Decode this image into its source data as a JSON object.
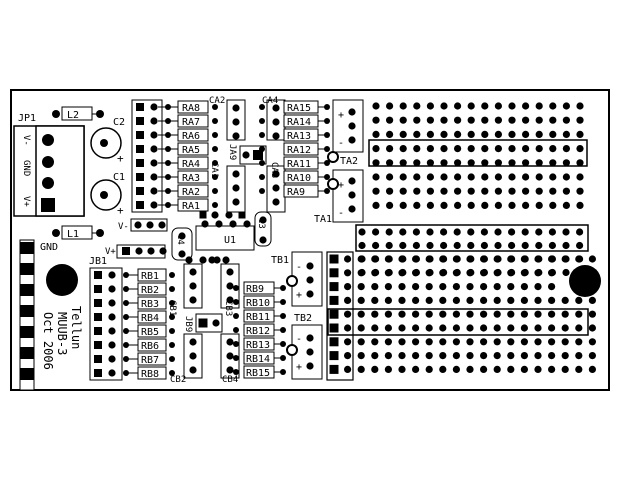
{
  "board": {
    "vendor_text": "Tellun",
    "model_text": "MUUB-3",
    "date_text": "Oct 2006"
  },
  "labels": {
    "jp1": "JP1",
    "l2": "L2",
    "l1": "L1",
    "c1": "C1",
    "c2": "C2",
    "c3": "C3",
    "c4": "C4",
    "ca1": "CA1",
    "ca2": "CA2",
    "ca3": "CA3",
    "ca4": "CA4",
    "cb1": "CB1",
    "cb2": "CB2",
    "cb3": "CB3",
    "cb4": "CB4",
    "ja9": "JA9",
    "jb9": "JB9",
    "jb1": "JB1",
    "u1": "U1",
    "ta1": "TA1",
    "ta2": "TA2",
    "tb1": "TB1",
    "tb2": "TB2",
    "gnd_top": "GND",
    "v_minus": "V-",
    "v_plus": "V+",
    "v_minus_conn": "V-",
    "v_plus_conn": "V+",
    "gnd_conn": "GND"
  },
  "ra_resistors": [
    "RA8",
    "RA7",
    "RA6",
    "RA5",
    "RA4",
    "RA3",
    "RA2",
    "RA1"
  ],
  "ra_resistors_right": [
    "RA15",
    "RA14",
    "RA13",
    "RA12",
    "RA11",
    "RA10",
    "RA9"
  ],
  "rb_resistors": [
    "RB1",
    "RB2",
    "RB3",
    "RB4",
    "RB5",
    "RB6",
    "RB7",
    "RB8"
  ],
  "rb_resistors_right": [
    "RB9",
    "RB10",
    "RB11",
    "RB12",
    "RB13",
    "RB14",
    "RB15"
  ],
  "connector_marks": {
    "plus": "+",
    "minus": "-",
    "dot": "•"
  }
}
